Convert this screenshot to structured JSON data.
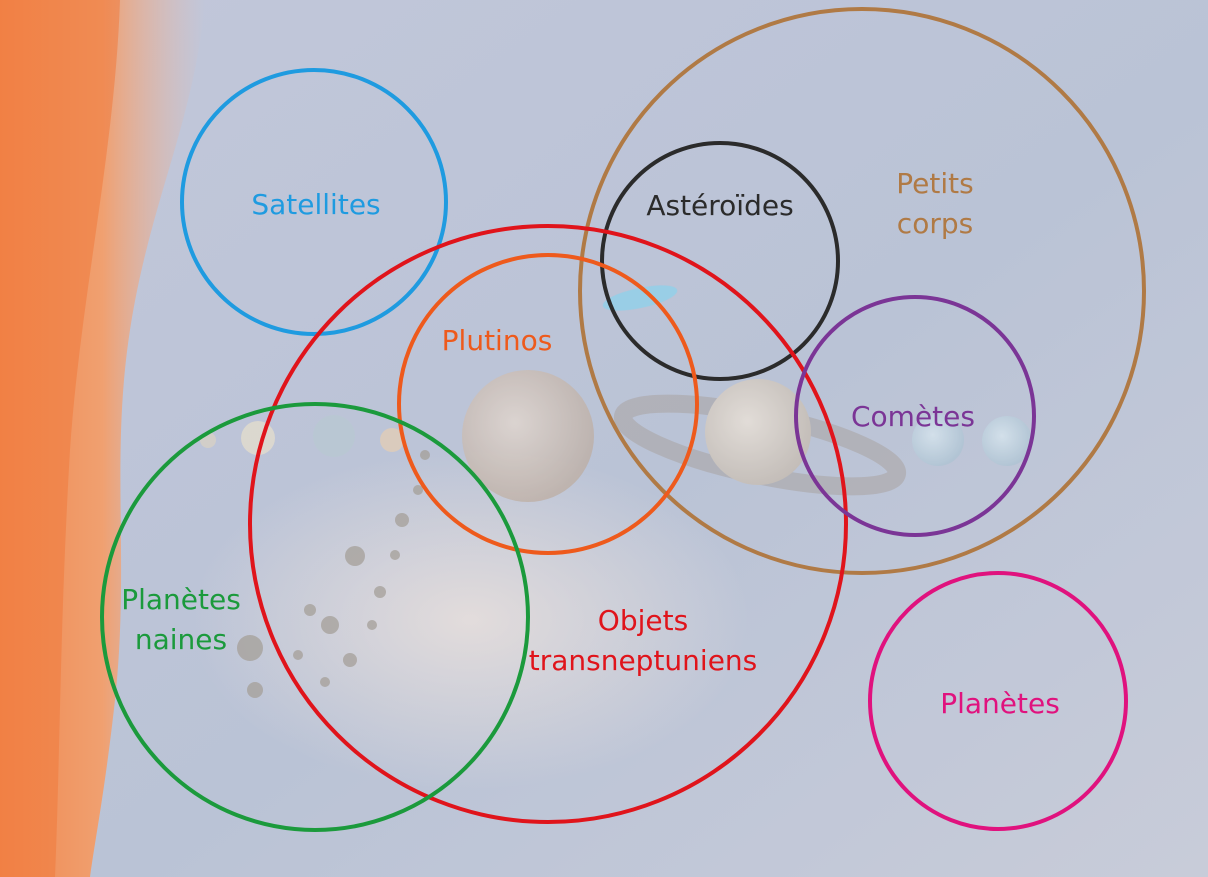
{
  "colors": {
    "satellites": "#1f9be0",
    "petits_corps": "#b07a45",
    "asteroides": "#2b2b2b",
    "objets_transneptuniens": "#e0141b",
    "plutinos": "#ee5a1c",
    "cometes": "#7b3596",
    "planetes_naines": "#1b9a3c",
    "planetes": "#e0127e"
  },
  "labels": {
    "satellites": "Satellites",
    "petits_corps_1": "Petits",
    "petits_corps_2": "corps",
    "asteroides": "Astéroïdes",
    "plutinos": "Plutinos",
    "cometes": "Comètes",
    "planetes_naines_1": "Planètes",
    "planetes_naines_2": "naines",
    "objets_1": "Objets",
    "objets_2": "transneptuniens",
    "planetes": "Planètes"
  }
}
